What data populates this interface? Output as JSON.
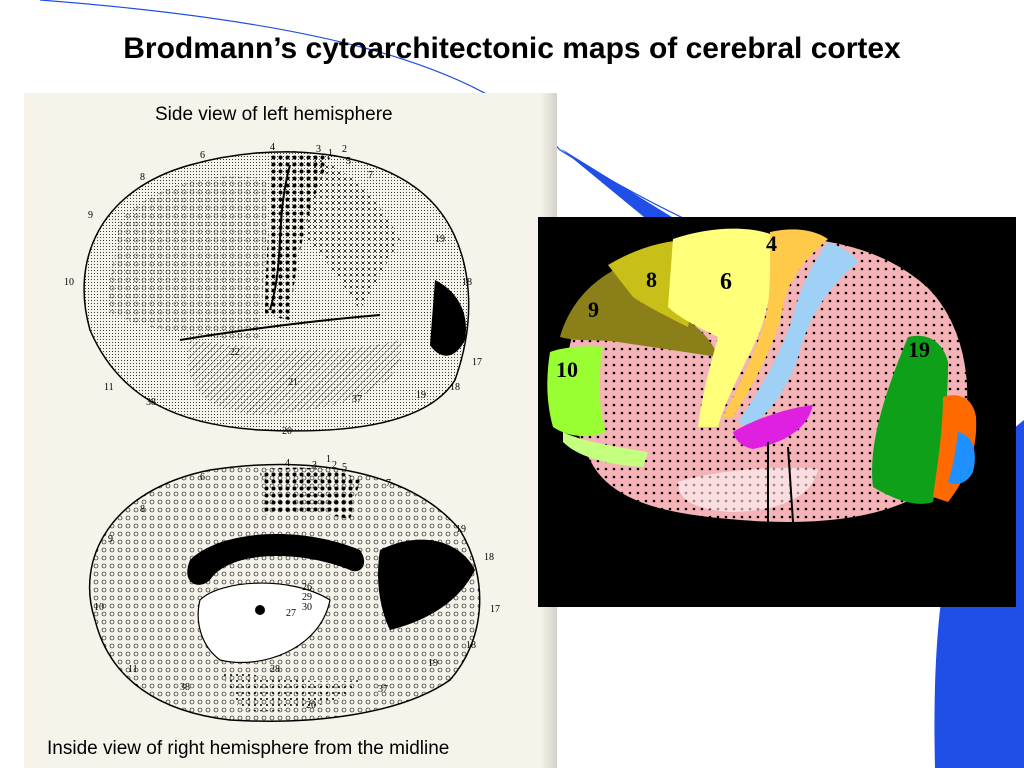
{
  "title": "Brodmann’s cytoarchitectonic maps of cerebral cortex",
  "captions": {
    "side_view": "Side view of left hemisphere",
    "inside_view": "Inside view of right hemisphere from the midline"
  },
  "lateral_labels": [
    "6",
    "4",
    "3",
    "1",
    "2",
    "5",
    "7",
    "8",
    "9",
    "10",
    "11",
    "38",
    "19",
    "18",
    "17",
    "20",
    "21",
    "22",
    "37",
    "19",
    "18"
  ],
  "medial_labels": [
    "6",
    "4",
    "3",
    "1",
    "2",
    "5",
    "7",
    "8",
    "9",
    "19",
    "18",
    "10",
    "11",
    "38",
    "17",
    "18",
    "19",
    "20",
    "37",
    "27",
    "26",
    "29",
    "30",
    "28"
  ],
  "color_labels": [
    "4",
    "8",
    "6",
    "9",
    "10",
    "19"
  ],
  "colors": {
    "accent_blue": "#1f4fe6",
    "area_6": "#ffff7a",
    "area_8": "#c8c019",
    "area_4": "#ffc94a",
    "area_9": "#8b7f1a",
    "area_10": "#99ff33",
    "area_19": "#0fa01a",
    "area_18": "#ff6a00",
    "area_17": "#1e90ff",
    "area_somato": "#9fd0f5",
    "area_pink": "#f5b3b8",
    "area_magenta": "#e020e0"
  }
}
